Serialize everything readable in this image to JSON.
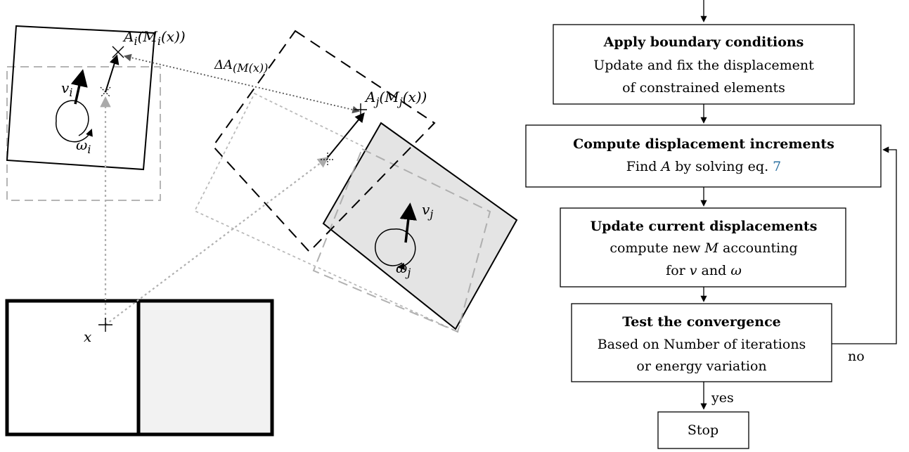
{
  "left_diagram": {
    "label_Ai": "A_i(M_i(x))",
    "label_Aj": "A_j(M_j(x))",
    "label_deltaA": "ΔA(M(x))",
    "label_vi": "v_i",
    "label_wi": "ω_i",
    "label_vj": "v_j",
    "label_wj": "ω_j",
    "label_x": "x"
  },
  "flowchart": {
    "steps": [
      {
        "title": "Apply boundary conditions",
        "lines": [
          "Update and fix the displacement",
          "of constrained elements"
        ]
      },
      {
        "title": "Compute displacement increments",
        "line_prefix": "Find ",
        "line_var": "A",
        "line_mid": " by solving eq. ",
        "line_ref": "7"
      },
      {
        "title": "Update current displacements",
        "line1_prefix": "compute new ",
        "line1_var": "M",
        "line1_suffix": " accounting",
        "line2_prefix": "for ",
        "line2_var1": "v",
        "line2_mid": " and ",
        "line2_var2": "ω"
      },
      {
        "title": "Test the convergence",
        "lines": [
          "Based on Number of iterations",
          "or energy variation"
        ]
      }
    ],
    "stop_label": "Stop",
    "yes_label": "yes",
    "no_label": "no"
  }
}
